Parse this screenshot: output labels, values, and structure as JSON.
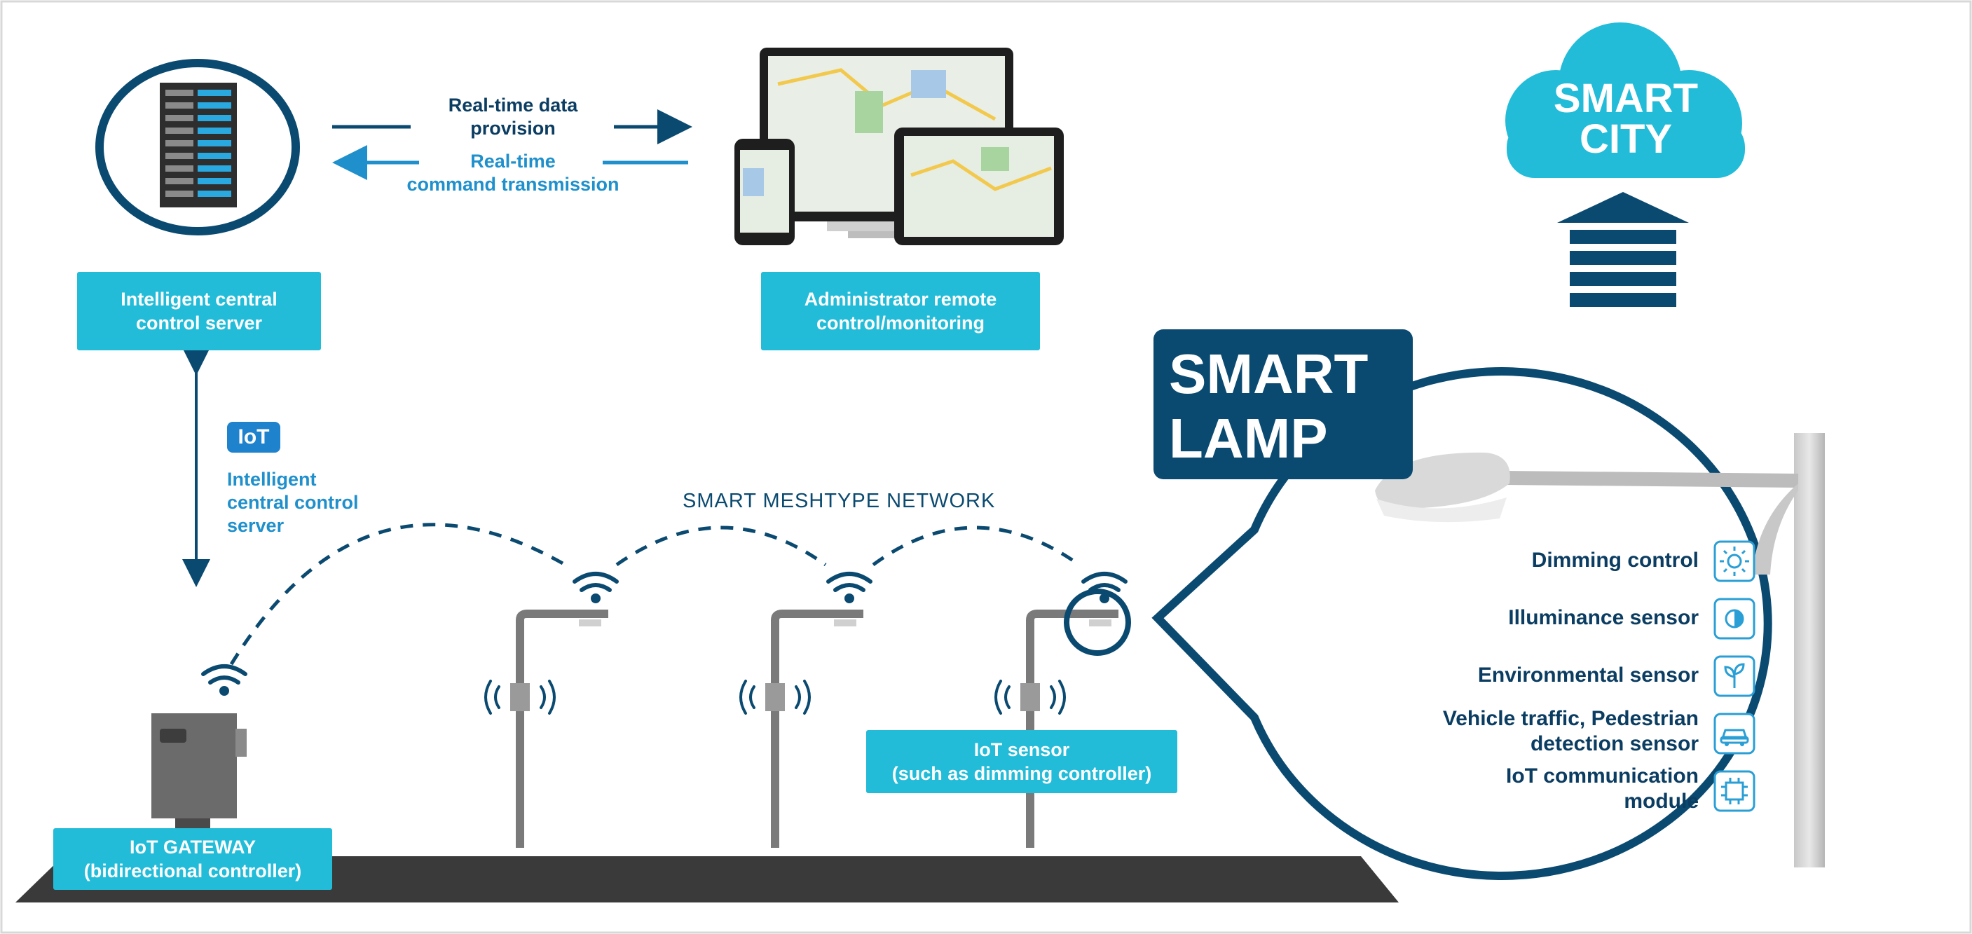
{
  "colors": {
    "navy": "#0b4a70",
    "dark_text": "#0b3d62",
    "cyan": "#22bcd9",
    "cyan_text": "#1f90cc",
    "road": "#3a3a3a",
    "pole": "#7a7a7a"
  },
  "top_flow": {
    "forward_label_line1": "Real-time data",
    "forward_label_line2": "provision",
    "reverse_label_line1": "Real-time",
    "reverse_label_line2": "command transmission"
  },
  "server_box": {
    "line1": "Intelligent central",
    "line2": "control server"
  },
  "admin_box": {
    "line1": "Administrator remote",
    "line2": "control/monitoring"
  },
  "iot_badge": "IoT",
  "iot_side_label": {
    "line1": "Intelligent",
    "line2": "central control",
    "line3": "server"
  },
  "network_label": "SMART MESHTYPE NETWORK",
  "gateway_box": {
    "line1": "IoT GATEWAY",
    "line2": "(bidirectional controller)"
  },
  "sensor_box": {
    "line1": "IoT sensor",
    "line2": "(such as dimming controller)"
  },
  "cloud": {
    "line1": "SMART",
    "line2": "CITY"
  },
  "smart_lamp": {
    "line1": "SMART",
    "line2": "LAMP"
  },
  "features": [
    {
      "line1": "Dimming control",
      "line2": "",
      "icon": "sun-icon"
    },
    {
      "line1": "Illuminance sensor",
      "line2": "",
      "icon": "contrast-icon"
    },
    {
      "line1": "Environmental sensor",
      "line2": "",
      "icon": "plant-icon"
    },
    {
      "line1": "Vehicle traffic, Pedestrian",
      "line2": "detection sensor",
      "icon": "car-icon"
    },
    {
      "line1": "IoT communication",
      "line2": "module",
      "icon": "chip-icon"
    }
  ]
}
